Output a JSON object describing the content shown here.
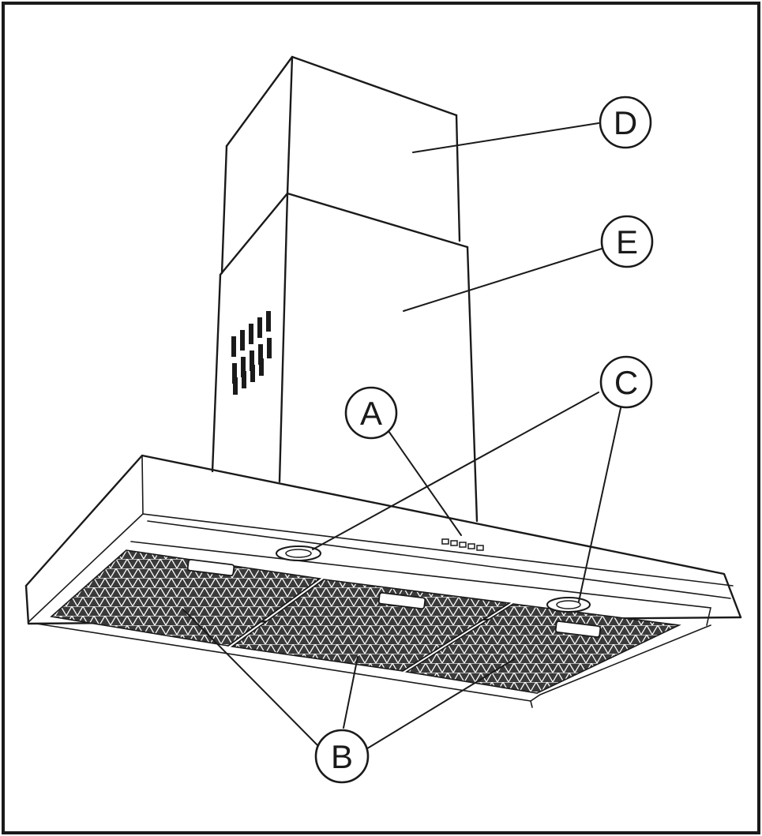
{
  "callouts": {
    "a": "A",
    "b": "B",
    "c": "C",
    "d": "D",
    "e": "E"
  },
  "colors": {
    "line": "#1a1a1a",
    "background": "#ffffff",
    "mesh": "#3a3a3a"
  }
}
